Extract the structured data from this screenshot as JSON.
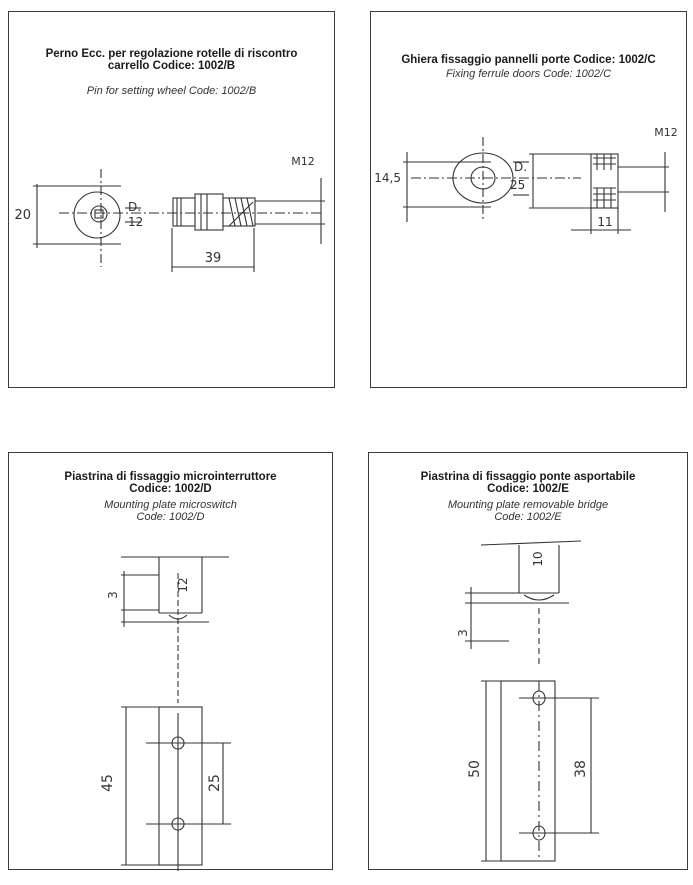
{
  "cards": [
    {
      "title": [
        "Perno Ecc. per regolazione rotelle di riscontro",
        "carrello Codice: 1002/B"
      ],
      "subtitle": [
        "Pin for setting wheel Code: 1002/B"
      ],
      "dims": {
        "height": "20",
        "diam_label": "D.",
        "diam": "12",
        "length": "39",
        "thread": "M12"
      }
    },
    {
      "title": [
        "Ghiera fissaggio pannelli porte Codice: 1002/C"
      ],
      "subtitle": [
        "Fixing ferrule doors Code: 1002/C"
      ],
      "dims": {
        "height": "14,5",
        "diam_label": "D.",
        "diam": "25",
        "length": "11",
        "thread": "M12"
      }
    },
    {
      "title": [
        "Piastrina di fissaggio microinterruttore",
        "Codice: 1002/D"
      ],
      "subtitle": [
        "Mounting plate microswitch",
        "Code: 1002/D"
      ],
      "dims": {
        "top_width": "12",
        "thickness": "3",
        "length": "45",
        "hole_spacing": "25"
      }
    },
    {
      "title": [
        "Piastrina di fissaggio ponte asportabile",
        "Codice: 1002/E"
      ],
      "subtitle": [
        "Mounting plate removable bridge",
        "Code: 1002/E"
      ],
      "dims": {
        "top_width": "10",
        "thickness": "3",
        "length": "50",
        "hole_spacing": "38"
      }
    }
  ]
}
